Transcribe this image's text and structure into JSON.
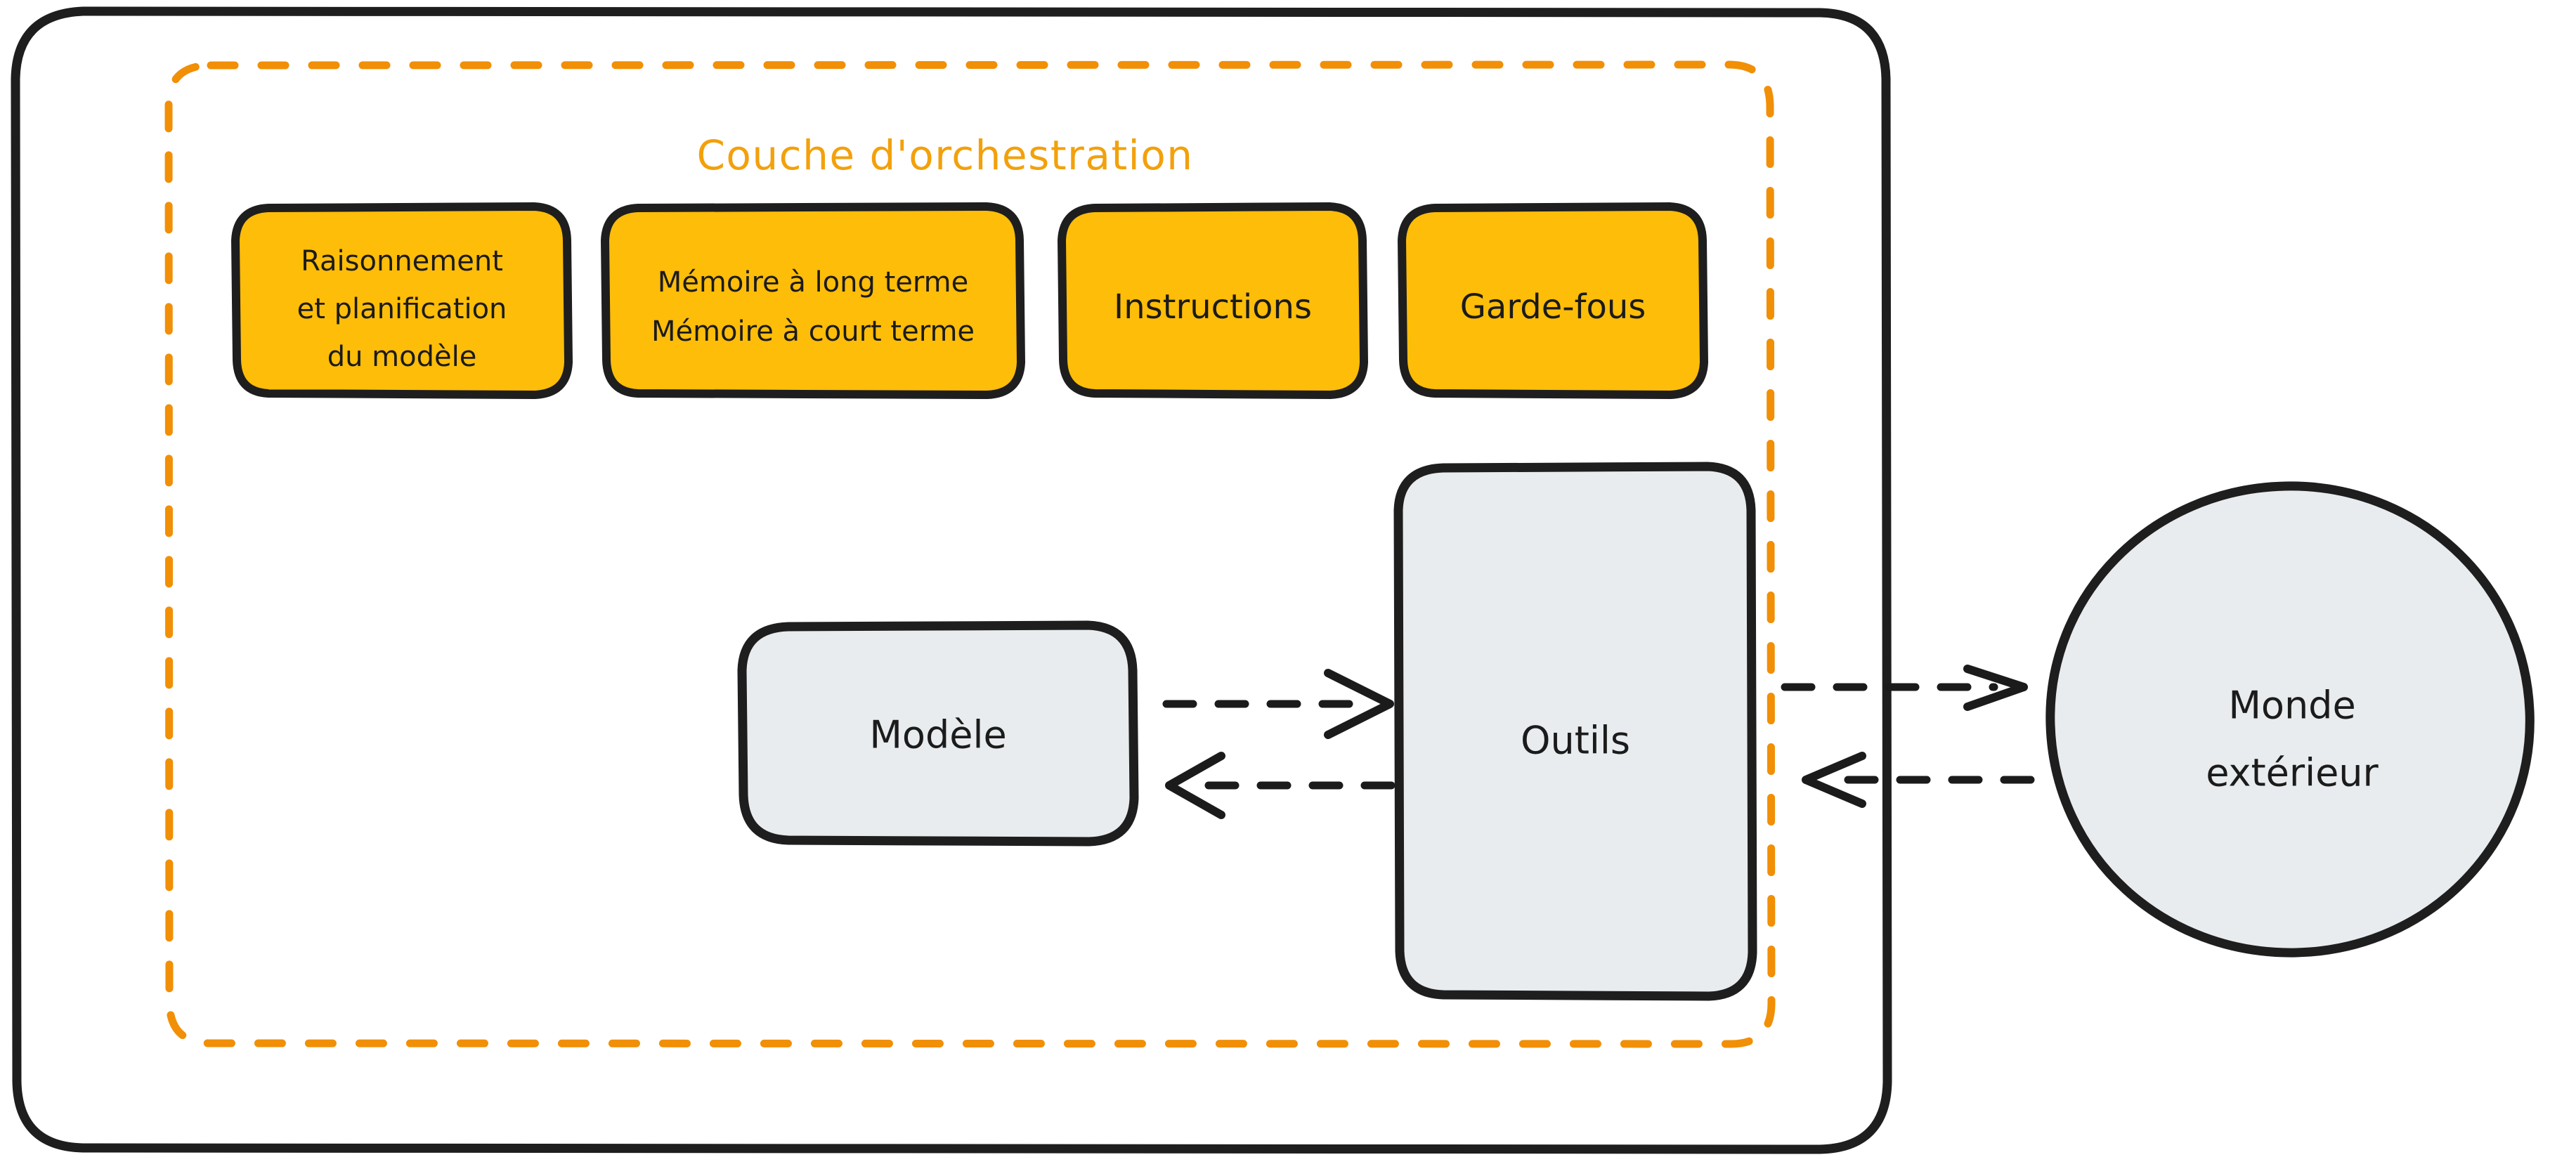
{
  "diagram": {
    "title": "Couche d'orchestration",
    "colors": {
      "accent_orange": "#f18f06",
      "chip_yellow": "#febd09",
      "node_gray": "#e8ecee",
      "stroke_dark": "#1e1e1e",
      "background": "#ffffff"
    },
    "orchestration_chips": [
      {
        "name": "raisonnement-planification",
        "lines": [
          "Raisonnement",
          "et planification",
          "du modèle"
        ]
      },
      {
        "name": "memoire",
        "lines": [
          "Mémoire à long terme",
          "Mémoire à court terme"
        ]
      },
      {
        "name": "instructions",
        "lines": [
          "Instructions"
        ]
      },
      {
        "name": "garde-fous",
        "lines": [
          "Garde-fous"
        ]
      }
    ],
    "nodes": {
      "model": {
        "label": "Modèle"
      },
      "tools": {
        "label": "Outils"
      },
      "external_world": {
        "lines": [
          "Monde",
          "extérieur"
        ]
      }
    },
    "connections": [
      {
        "name": "model-to-tools",
        "from": "Modèle",
        "to": "Outils",
        "direction": "right",
        "style": "dashed"
      },
      {
        "name": "tools-to-model",
        "from": "Outils",
        "to": "Modèle",
        "direction": "left",
        "style": "dashed"
      },
      {
        "name": "tools-to-world",
        "from": "Outils",
        "to": "Monde extérieur",
        "direction": "right",
        "style": "dashed"
      },
      {
        "name": "world-to-tools",
        "from": "Monde extérieur",
        "to": "Outils",
        "direction": "left",
        "style": "dashed"
      }
    ]
  }
}
